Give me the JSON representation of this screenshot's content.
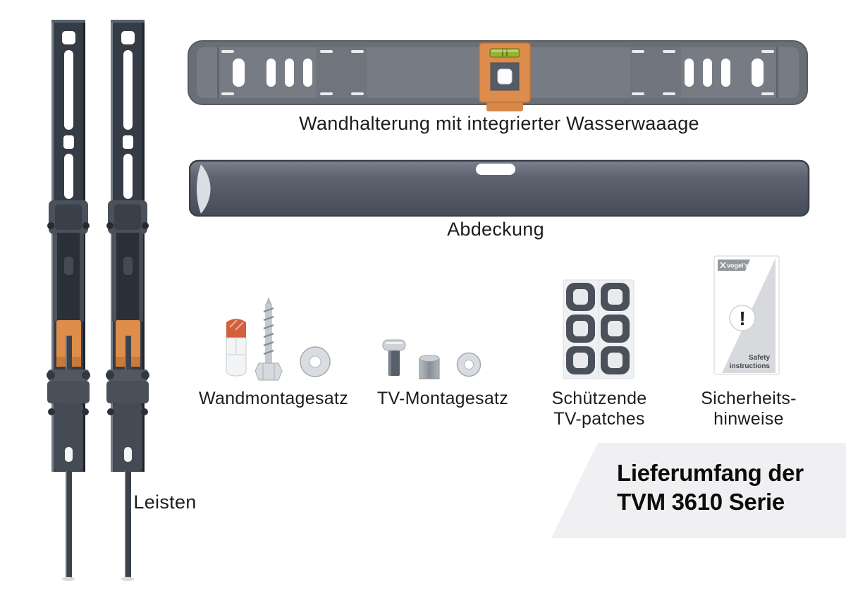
{
  "labels": {
    "wall_bracket": "Wandhalterung mit integrierter Wasserwaaage",
    "cover": "Abdeckung",
    "wall_mount_kit": "Wandmontagesatz",
    "tv_mount_kit": "TV-Montagesatz",
    "tv_patches_line1": "Schützende",
    "tv_patches_line2": "TV-patches",
    "safety_line1": "Sicherheits-",
    "safety_line2": "hinweise",
    "strips": "Leisten"
  },
  "title_banner": {
    "line1": "Lieferumfang der",
    "line2": "TVM 3610 Serie"
  },
  "safety_card": {
    "brand": "vogel's",
    "mark": "!",
    "text_line1": "Safety",
    "text_line2": "instructions"
  },
  "icons": {
    "level": "bubble-level-icon",
    "exclamation": "exclamation-icon",
    "brand": "vogels-logo"
  },
  "colors": {
    "accent_orange": "#dd8c4c",
    "level_green": "#98b22d",
    "bracket_gray": "#767b84",
    "cover_gray": "#5d6370",
    "rail_dark": "#363c46",
    "banner_bg": "#f0eff2",
    "label_text": "#1d1d1d"
  }
}
